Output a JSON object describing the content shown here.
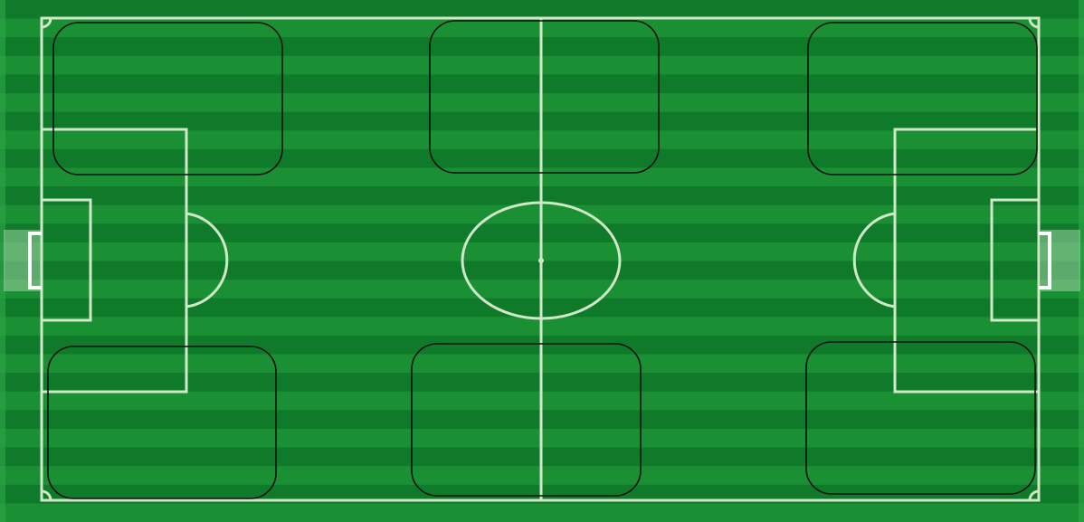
{
  "pitch": {
    "grass_dark": "#0f7a2a",
    "grass_light": "#1a8f33",
    "edge_color": "#2fa84a",
    "line_color": "#cfe8c8",
    "goal_color": "#ffffff",
    "zone_border_color": "#111111",
    "stripe_count": 28
  },
  "zones": [
    {
      "id": "top-left"
    },
    {
      "id": "top-center"
    },
    {
      "id": "top-right"
    },
    {
      "id": "bottom-left"
    },
    {
      "id": "bottom-center"
    },
    {
      "id": "bottom-right"
    }
  ]
}
